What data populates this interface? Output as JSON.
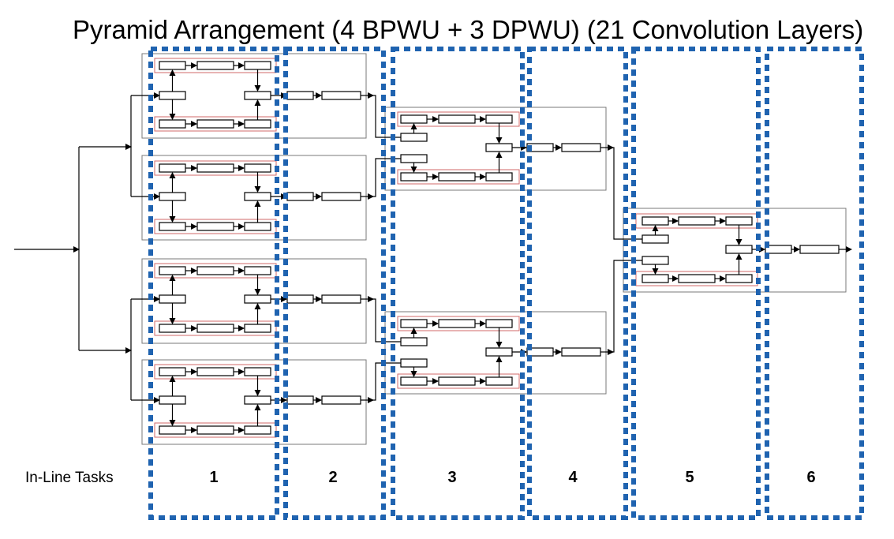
{
  "title": "Pyramid Arrangement (4 BPWU + 3 DPWU) (21 Convolution Layers)",
  "row_label": "In-Line Tasks",
  "columns": [
    "1",
    "2",
    "3",
    "4",
    "5",
    "6"
  ],
  "colors": {
    "stage_border": "#1f63b0",
    "unit_border": "#7a7a7a",
    "lane_border": "#d06a6a",
    "block_border": "#000000",
    "arrow": "#000000"
  }
}
